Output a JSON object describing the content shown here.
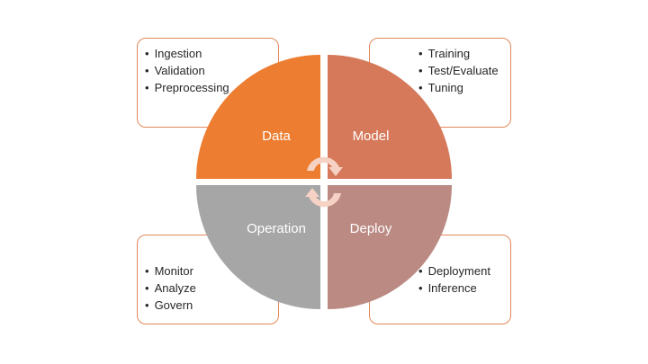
{
  "quadrants": {
    "data": {
      "label": "Data",
      "color": "#ed7d31",
      "items": [
        "Ingestion",
        "Validation",
        "Preprocessing"
      ]
    },
    "model": {
      "label": "Model",
      "color": "#d6795a",
      "items": [
        "Training",
        "Test/Evaluate",
        "Tuning"
      ]
    },
    "operation": {
      "label": "Operation",
      "color": "#a6a6a6",
      "items": [
        "Monitor",
        "Analyze",
        "Govern"
      ]
    },
    "deploy": {
      "label": "Deploy",
      "color": "#bb8a83",
      "items": [
        "Deployment",
        "Inference"
      ]
    }
  },
  "colors": {
    "box_border": "#e2885a",
    "cycle_arrow": "#f6d2c4"
  },
  "icons": {
    "center": "cycle-arrows-icon"
  }
}
